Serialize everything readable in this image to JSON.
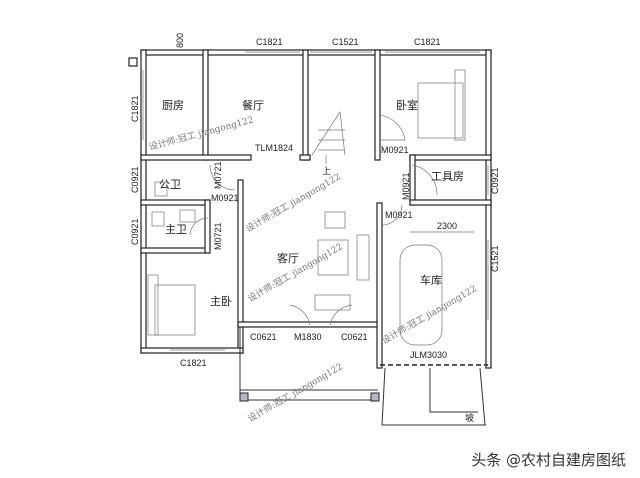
{
  "rooms": {
    "kitchen": "厨房",
    "dining": "餐厅",
    "bedroom": "卧室",
    "public_bath": "公卫",
    "master_bath": "主卫",
    "living": "客厅",
    "master_bedroom": "主卧",
    "garage": "车库",
    "tool_room": "工具房",
    "stair_up": "上",
    "slope": "坡"
  },
  "labels": {
    "top_800": "800",
    "top_c1821_a": "C1821",
    "top_c1521": "C1521",
    "top_c1821_b": "C1821",
    "left_c1821": "C1821",
    "left_c0921_a": "C0921",
    "left_c0921_b": "C0921",
    "tlm1824": "TLM1824",
    "m0721_a": "M0721",
    "m0921_a": "M0921",
    "m0721_b": "M0721",
    "m0921_b": "M0921",
    "m0921_c": "M0921",
    "m0921_d": "M0921",
    "right_c0921": "C0921",
    "right_c1521": "C1521",
    "dim_2300": "2300",
    "c0621_a": "C0621",
    "m1830": "M1830",
    "c0621_b": "C0621",
    "jlm3030": "JLM3030",
    "bottom_c1821": "C1821"
  },
  "watermark": "设计师:冠工 jiangong122",
  "footer": "头条 @农村自建房图纸"
}
